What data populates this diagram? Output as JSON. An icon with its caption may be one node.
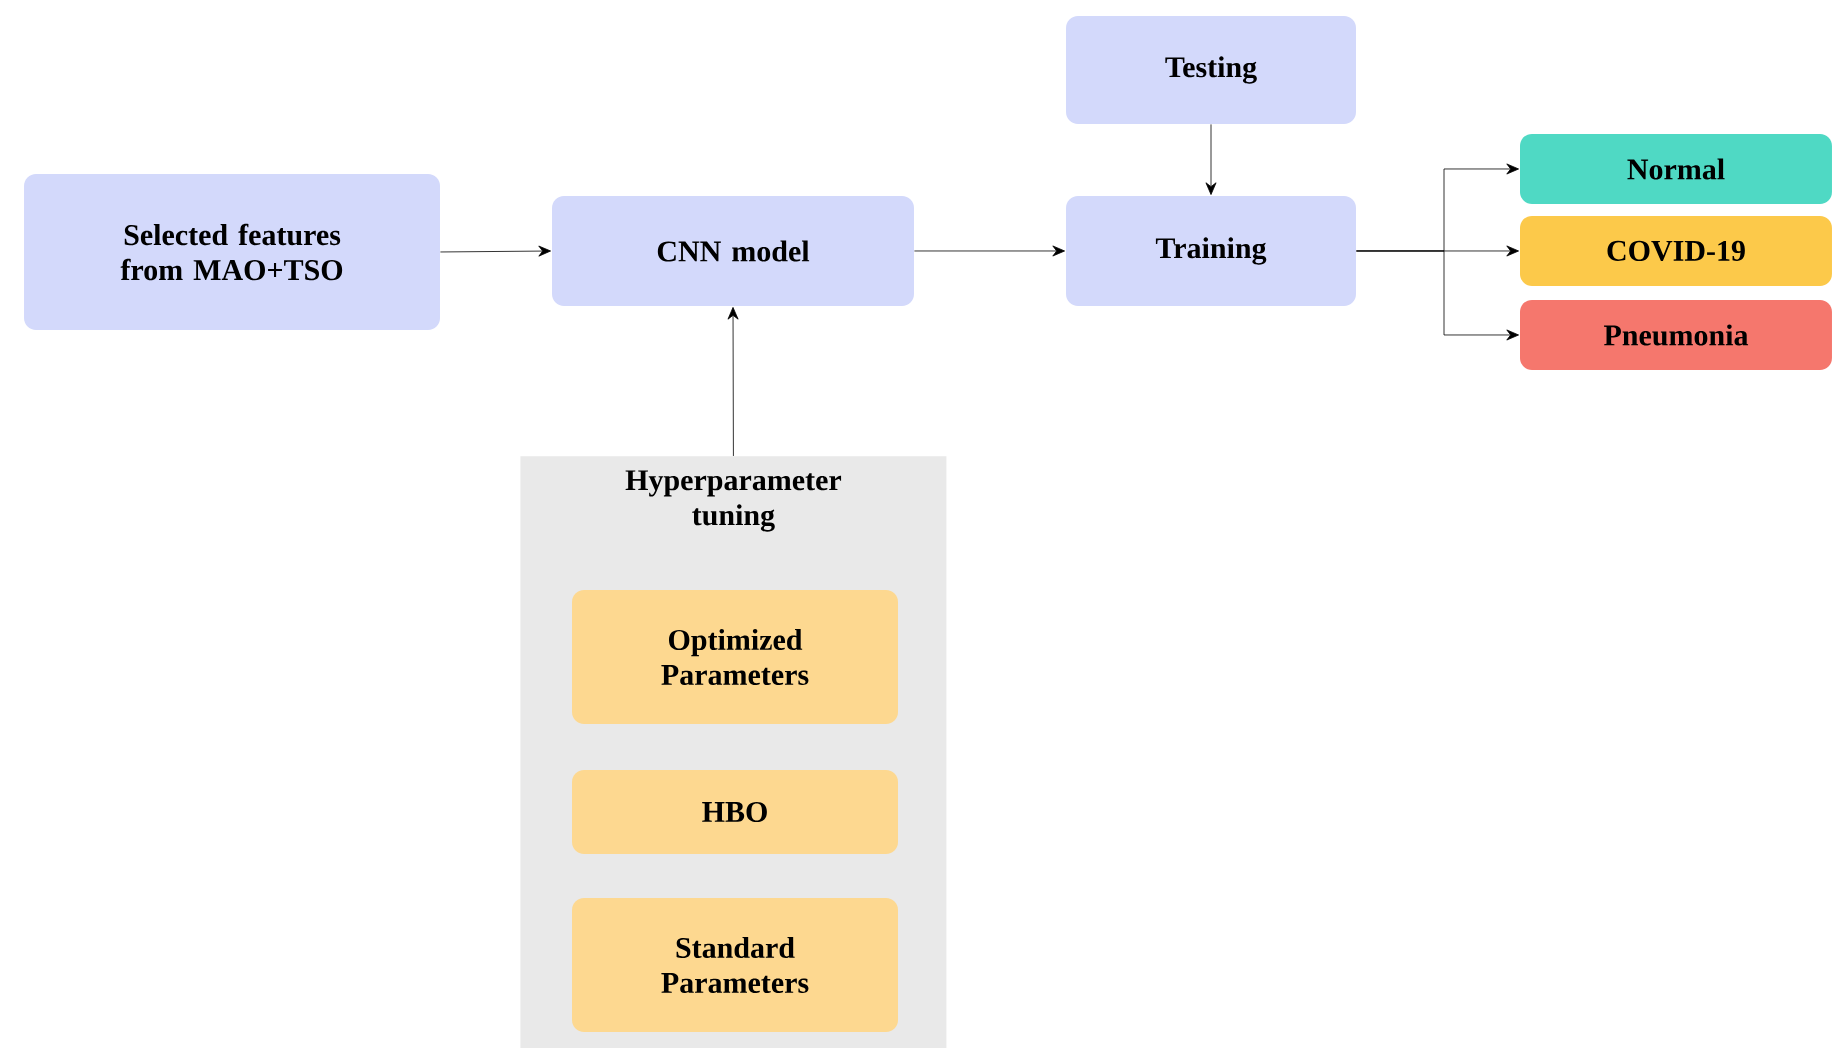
{
  "diagram": {
    "nodes": [
      {
        "text": [
          "Selected features from MAO+TSO"
        ]
      },
      {
        "text": [
          "CNN model"
        ]
      },
      {
        "text": [
          "Testing"
        ]
      },
      {
        "text": [
          "Training"
        ]
      },
      {
        "text": [
          "Normal"
        ]
      },
      {
        "text": [
          "COVID-19"
        ]
      },
      {
        "text": [
          "Pneumonia"
        ]
      },
      {
        "text": [
          "Hyperparameter tuning"
        ]
      },
      {
        "text": [
          "Optimized Parameters"
        ],
        "in": 7
      },
      {
        "text": [
          "HBO"
        ],
        "in": 7
      },
      {
        "text": [
          "Standard Parameters"
        ],
        "in": 7
      }
    ],
    "edges": [
      {
        "from": 0,
        "to": 1,
        "arrow": "to"
      },
      {
        "from": 1,
        "to": 3,
        "arrow": "to"
      },
      {
        "from": 2,
        "to": 3,
        "arrow": "to"
      },
      {
        "from": 3,
        "to": 4,
        "arrow": "to"
      },
      {
        "from": 3,
        "to": 5,
        "arrow": "to"
      },
      {
        "from": 3,
        "to": 6,
        "arrow": "to"
      },
      {
        "from": 7,
        "to": 1,
        "arrow": "to"
      }
    ]
  }
}
